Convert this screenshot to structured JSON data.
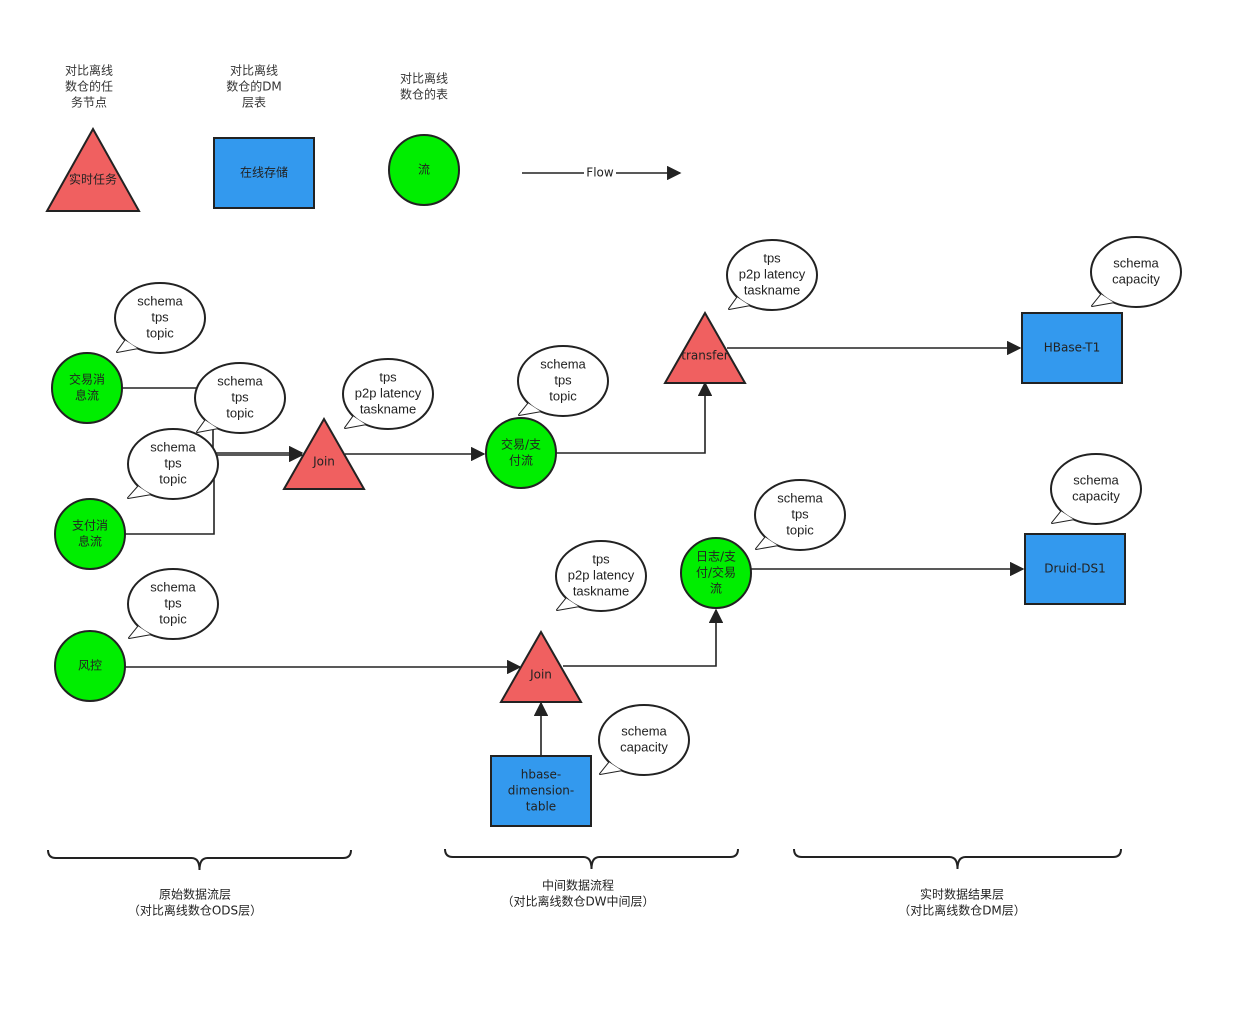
{
  "colors": {
    "stream": "#00ee00",
    "task": "#f06060",
    "storage": "#3399ee",
    "stroke": "#222222",
    "bubble": "#ffffff"
  },
  "legend": {
    "task_caption": [
      "对比离线",
      "数仓的任",
      "务节点"
    ],
    "task_label": "实时任务",
    "storage_caption": [
      "对比离线",
      "数仓的DM",
      "层表"
    ],
    "storage_label": "在线存储",
    "stream_caption": [
      "对比离线",
      "数仓的表"
    ],
    "stream_label": "流",
    "flow_label": "Flow"
  },
  "nodes": {
    "trade_stream": [
      "交易消",
      "息流"
    ],
    "pay_stream": [
      "支付消",
      "息流"
    ],
    "risk_stream": [
      "风控"
    ],
    "join1": [
      "Join"
    ],
    "trade_pay_stream": [
      "交易/支",
      "付流"
    ],
    "transfer": [
      "transfer"
    ],
    "hbase_t1": [
      "HBase-T1"
    ],
    "join2": [
      "Join"
    ],
    "hbase_dim": [
      "hbase-",
      "dimension-",
      "table"
    ],
    "log_stream": [
      "日志/支",
      "付/交易",
      "流"
    ],
    "druid": [
      "Druid-DS1"
    ]
  },
  "bubbles": {
    "b_trade": [
      "schema",
      "tps",
      "topic"
    ],
    "b_mid": [
      "schema",
      "tps",
      "topic"
    ],
    "b_pay": [
      "schema",
      "tps",
      "topic"
    ],
    "b_join1": [
      "tps",
      "p2p latency",
      "taskname"
    ],
    "b_tradepay": [
      "schema",
      "tps",
      "topic"
    ],
    "b_transfer": [
      "tps",
      "p2p latency",
      "taskname"
    ],
    "b_hbase_t1": [
      "schema",
      "capacity"
    ],
    "b_risk": [
      "schema",
      "tps",
      "topic"
    ],
    "b_join2": [
      "tps",
      "p2p latency",
      "taskname"
    ],
    "b_log": [
      "schema",
      "tps",
      "topic"
    ],
    "b_druid": [
      "schema",
      "capacity"
    ],
    "b_dim": [
      "schema",
      "capacity"
    ]
  },
  "layers": {
    "ods": [
      "原始数据流层",
      "（对比离线数仓ODS层）"
    ],
    "dw": [
      "中间数据流程",
      "（对比离线数仓DW中间层）"
    ],
    "dm": [
      "实时数据结果层",
      "（对比离线数仓DM层）"
    ]
  }
}
